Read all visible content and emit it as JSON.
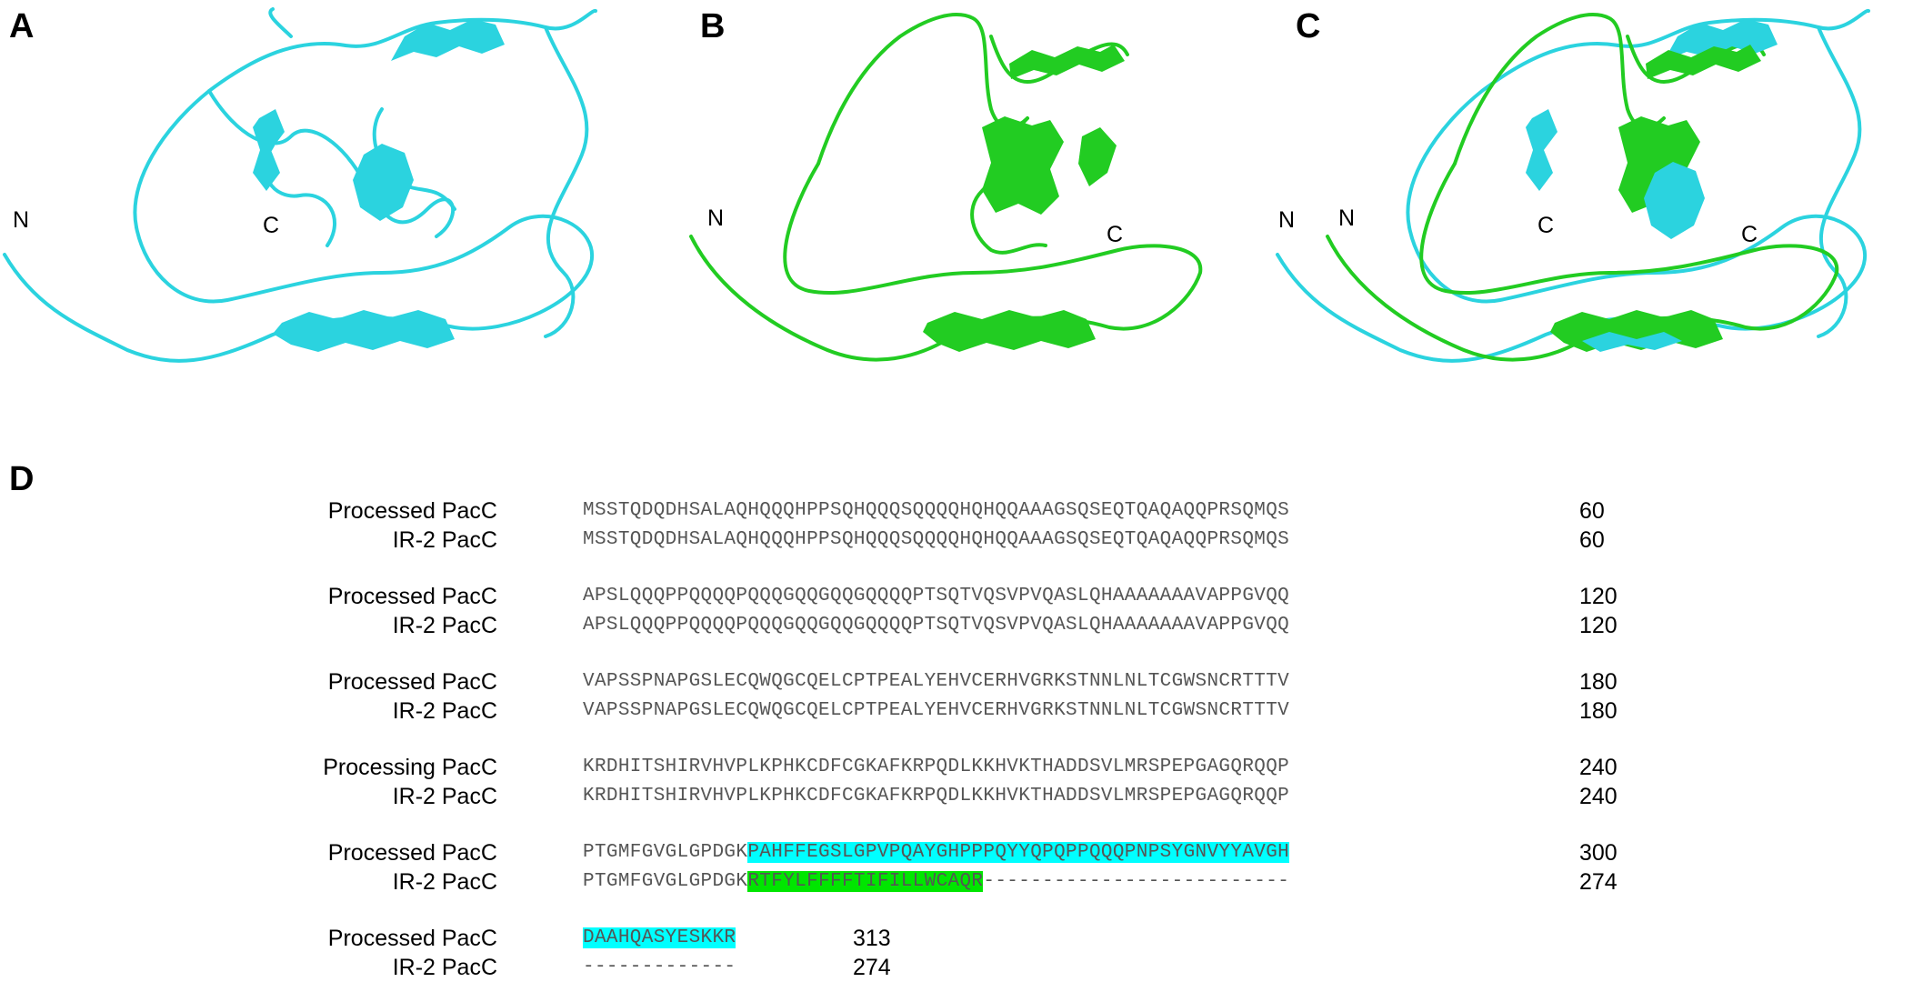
{
  "panels": {
    "a": {
      "letter": "A",
      "color": "#2bd3df",
      "n_label": "N",
      "c_label": "C"
    },
    "b": {
      "letter": "B",
      "color": "#22cc22",
      "n_label": "N",
      "c_label": "C"
    },
    "c": {
      "letter": "C",
      "n_label_1": "N",
      "n_label_2": "N",
      "c_label_1": "C",
      "c_label_2": "C"
    },
    "d": {
      "letter": "D"
    }
  },
  "colors": {
    "cyan_highlight": "#00ffff",
    "green_highlight": "#00e600",
    "sequence_text": "#555555"
  },
  "alignment": [
    {
      "label": "Processed PacC",
      "prefix": "MSSTQDQDHSALAQHQQQHPPSQHQQQSQQQQHQHQQAAAGSQSEQTQAQAQQPRSQMQS",
      "highlight": "",
      "suffix": "",
      "number": "60"
    },
    {
      "label": "IR-2 PacC",
      "prefix": "MSSTQDQDHSALAQHQQQHPPSQHQQQSQQQQHQHQQAAAGSQSEQTQAQAQQPRSQMQS",
      "highlight": "",
      "suffix": "",
      "number": "60"
    },
    {
      "label": "Processed PacC",
      "prefix": "APSLQQQPPQQQQPQQQGQQGQQGQQQQPTSQTVQSVPVQASLQHAAAAAAAVAPPGVQQ",
      "highlight": "",
      "suffix": "",
      "number": "120"
    },
    {
      "label": "IR-2 PacC",
      "prefix": "APSLQQQPPQQQQPQQQGQQGQQGQQQQPTSQTVQSVPVQASLQHAAAAAAAVAPPGVQQ",
      "highlight": "",
      "suffix": "",
      "number": "120"
    },
    {
      "label": "Processed PacC",
      "prefix": "VAPSSPNAPGSLECQWQGCQELCPTPEALYEHVCERHVGRKSTNNLNLTCGWSNCRTTTV",
      "highlight": "",
      "suffix": "",
      "number": "180"
    },
    {
      "label": "IR-2 PacC",
      "prefix": "VAPSSPNAPGSLECQWQGCQELCPTPEALYEHVCERHVGRKSTNNLNLTCGWSNCRTTTV",
      "highlight": "",
      "suffix": "",
      "number": "180"
    },
    {
      "label": "Processing PacC",
      "prefix": "KRDHITSHIRVHVPLKPHKCDFCGKAFKRPQDLKKHVKTHADDSVLMRSPEPGAGQRQQP",
      "highlight": "",
      "suffix": "",
      "number": "240"
    },
    {
      "label": "IR-2 PacC",
      "prefix": "KRDHITSHIRVHVPLKPHKCDFCGKAFKRPQDLKKHVKTHADDSVLMRSPEPGAGQRQQP",
      "highlight": "",
      "suffix": "",
      "number": "240"
    },
    {
      "label": "Processed PacC",
      "prefix": "PTGMFGVGLGPDGK",
      "highlight": "PAHFFEGSLGPVPQAYGHPPPQYYQPQPPQQQPNPSYGNVYYAVGH",
      "highlight_color": "cyan",
      "suffix": "",
      "number": "300"
    },
    {
      "label": "IR-2 PacC",
      "prefix": "PTGMFGVGLGPDGK",
      "highlight": "RTFYLFFFFTIFILLWCAQR",
      "highlight_color": "green",
      "suffix": "--------------------------",
      "number": "274"
    },
    {
      "label": "Processed PacC",
      "prefix": "",
      "highlight": "DAAHQASYESKKR",
      "highlight_color": "cyan",
      "suffix": "",
      "number": "313"
    },
    {
      "label": "IR-2 PacC",
      "prefix": "-------------",
      "highlight": "",
      "suffix": "",
      "number": "274"
    }
  ]
}
